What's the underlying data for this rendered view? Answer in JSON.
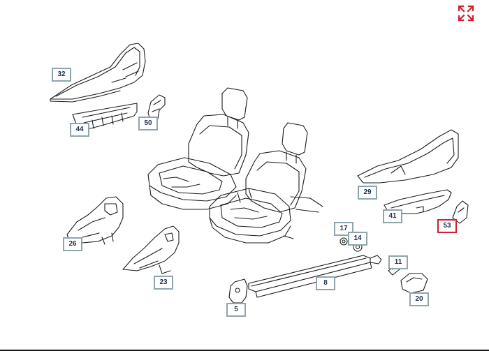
{
  "diagram": {
    "callouts": [
      {
        "id": "c32",
        "label": "32"
      },
      {
        "id": "c44",
        "label": "44"
      },
      {
        "id": "c50",
        "label": "50"
      },
      {
        "id": "c29",
        "label": "29"
      },
      {
        "id": "c41",
        "label": "41"
      },
      {
        "id": "c53",
        "label": "53"
      },
      {
        "id": "c26",
        "label": "26"
      },
      {
        "id": "c23",
        "label": "23"
      },
      {
        "id": "c17",
        "label": "17"
      },
      {
        "id": "c14",
        "label": "14"
      },
      {
        "id": "c8",
        "label": "8"
      },
      {
        "id": "c11",
        "label": "11"
      },
      {
        "id": "c20",
        "label": "20"
      },
      {
        "id": "c5",
        "label": "5"
      }
    ],
    "active_callout": "53",
    "colors": {
      "callout_border": "#8fa5ad",
      "callout_active_border": "#d21f2c",
      "label_text": "#1e2f52",
      "line_art": "#1c1c1c",
      "expand_icon": "#d21f2c"
    },
    "expand_icon": "expand-arrows-icon"
  }
}
